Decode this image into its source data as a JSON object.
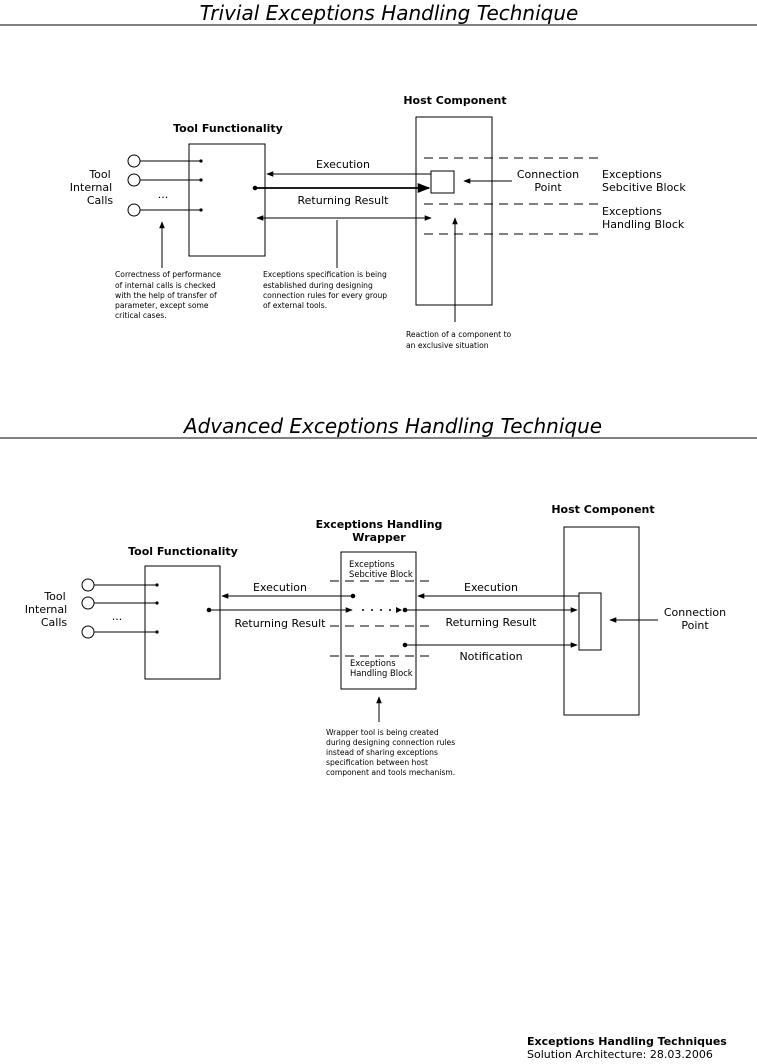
{
  "diagram1": {
    "title": "Trivial Exceptions Handling Technique",
    "host_component": "Host Component",
    "tool_functionality": "Tool Functionality",
    "tool_calls": [
      "Tool",
      "Internal",
      "Calls"
    ],
    "dots": "...",
    "execution": "Execution",
    "returning_result": "Returning Result",
    "connection_point": [
      "Connection",
      "Point"
    ],
    "exceptions_sensitive": [
      "Exceptions",
      "Sebcitive Block"
    ],
    "exceptions_handling": [
      "Exceptions",
      "Handling Block"
    ],
    "note_correctness": [
      "Correctness of performance",
      "of internal calls is checked",
      "with the help of transfer of",
      "parameter, except some",
      "critical cases."
    ],
    "note_specification": [
      "Exceptions specification is being",
      "established during designing",
      "connection rules for every group",
      "of external tools."
    ],
    "note_reaction": [
      "Reaction of a component to",
      "an exclusive situation"
    ]
  },
  "diagram2": {
    "title": "Advanced Exceptions Handling Technique",
    "host_component": "Host Component",
    "tool_functionality": "Tool Functionality",
    "wrapper_title": [
      "Exceptions Handling",
      "Wrapper"
    ],
    "wrapper_sensitive": [
      "Exceptions",
      "Sebcitive Block"
    ],
    "wrapper_handling": [
      "Exceptions",
      "Handling Block"
    ],
    "tool_calls": [
      "Tool",
      "Internal",
      "Calls"
    ],
    "dots": "...",
    "execution_left": "Execution",
    "returning_left": "Returning Result",
    "execution_right": "Execution",
    "returning_right": "Returning Result",
    "notification": "Notification",
    "connection_point": [
      "Connection",
      "Point"
    ],
    "note_wrapper": [
      "Wrapper tool is being created",
      "during designing connection rules",
      "instead of sharing exceptions",
      "specification between host",
      "component and tools mechanism."
    ]
  },
  "footer": {
    "title": "Exceptions Handling Techniques",
    "subtitle": "Solution Architecture: 28.03.2006"
  }
}
